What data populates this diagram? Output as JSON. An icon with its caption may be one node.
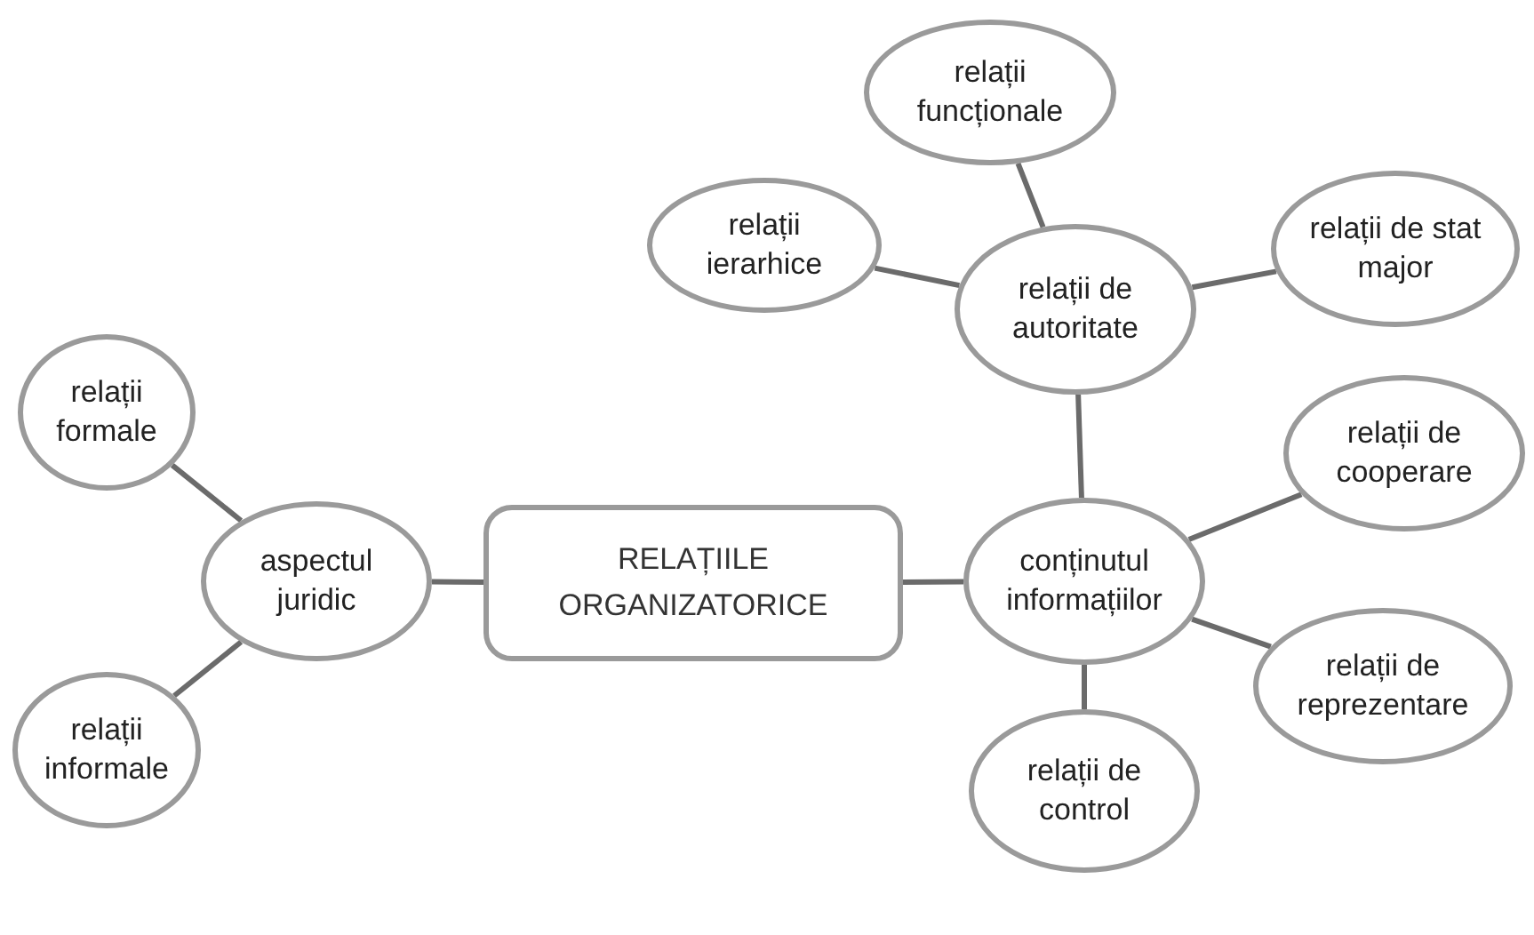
{
  "diagram": {
    "nodes": [
      {
        "text": [
          "RELAȚIILE ORGANIZATORICE"
        ]
      },
      {
        "text": [
          "aspectul juridic"
        ]
      },
      {
        "text": [
          "relații formale"
        ]
      },
      {
        "text": [
          "relații informale"
        ]
      },
      {
        "text": [
          "conținutul informațiilor"
        ]
      },
      {
        "text": [
          "relații de autoritate"
        ]
      },
      {
        "text": [
          "relații ierarhice"
        ]
      },
      {
        "text": [
          "relații funcționale"
        ]
      },
      {
        "text": [
          "relații de stat major"
        ]
      },
      {
        "text": [
          "relații de cooperare"
        ]
      },
      {
        "text": [
          "relații de reprezentare"
        ]
      },
      {
        "text": [
          "relații de control"
        ]
      }
    ],
    "edges": [
      {
        "from": 0,
        "to": 1,
        "arrow": "none"
      },
      {
        "from": 1,
        "to": 2,
        "arrow": "none"
      },
      {
        "from": 1,
        "to": 3,
        "arrow": "none"
      },
      {
        "from": 0,
        "to": 4,
        "arrow": "none"
      },
      {
        "from": 4,
        "to": 5,
        "arrow": "none"
      },
      {
        "from": 5,
        "to": 6,
        "arrow": "none"
      },
      {
        "from": 5,
        "to": 7,
        "arrow": "none"
      },
      {
        "from": 5,
        "to": 8,
        "arrow": "none"
      },
      {
        "from": 4,
        "to": 9,
        "arrow": "none"
      },
      {
        "from": 4,
        "to": 10,
        "arrow": "none"
      },
      {
        "from": 4,
        "to": 11,
        "arrow": "none"
      }
    ]
  }
}
